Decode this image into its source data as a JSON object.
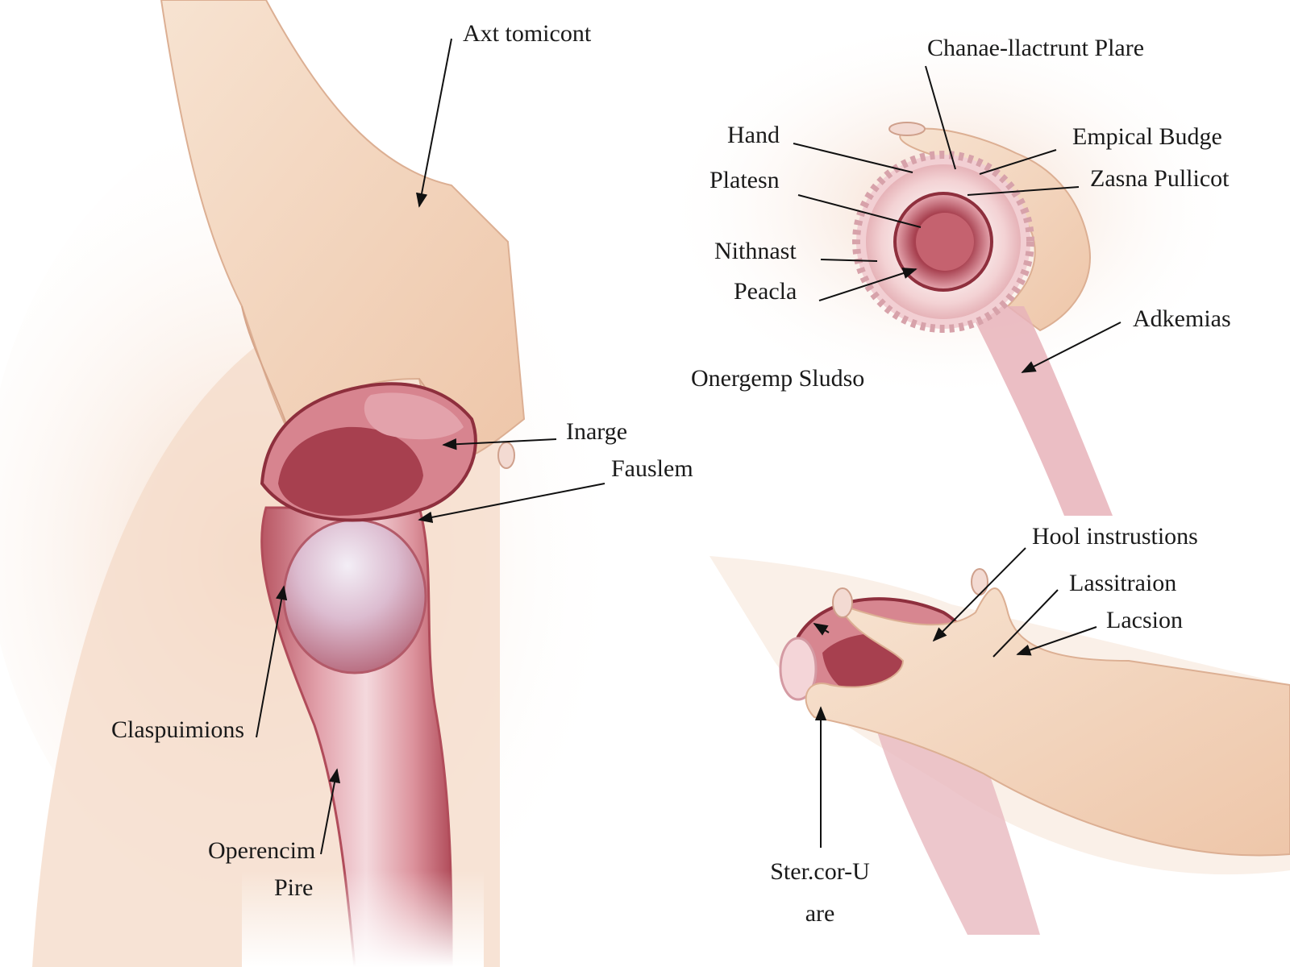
{
  "labels": {
    "axt_tomicont": "Axt tomicont",
    "inarge": "Inarge",
    "fauslem": "Fauslem",
    "claspuimions": "Claspuimions",
    "operencim": "Operencim",
    "pire": "Pire",
    "chanae_llactrunt_plare": "Chanae-llactrunt  Plare",
    "hand": "Hand",
    "platesn": "Platesn",
    "nithnast": "Nithnast",
    "peacla": "Peacla",
    "empical_budge": "Empical Budge",
    "zasna_pullicot": "Zasna Pullicot",
    "adkemias": "Adkemias",
    "onergemp_sludso": "Onergemp Sludso",
    "hool_instrustions": "Hool instrustions",
    "lassitraion": "Lassitraion",
    "lacsion": "Lacsion",
    "ster_cor_u": "Ster.cor-U",
    "are": "are"
  },
  "colors": {
    "skin_light": "#f7e4d3",
    "skin": "#f1cfb4",
    "skin_shadow": "#e2b498",
    "tissue_light": "#f2c6cc",
    "tissue": "#d77b86",
    "tissue_dark": "#a8404f",
    "tissue_deep": "#8e2f3d",
    "label_text": "#1a1a1a",
    "leader_line": "#111111"
  }
}
